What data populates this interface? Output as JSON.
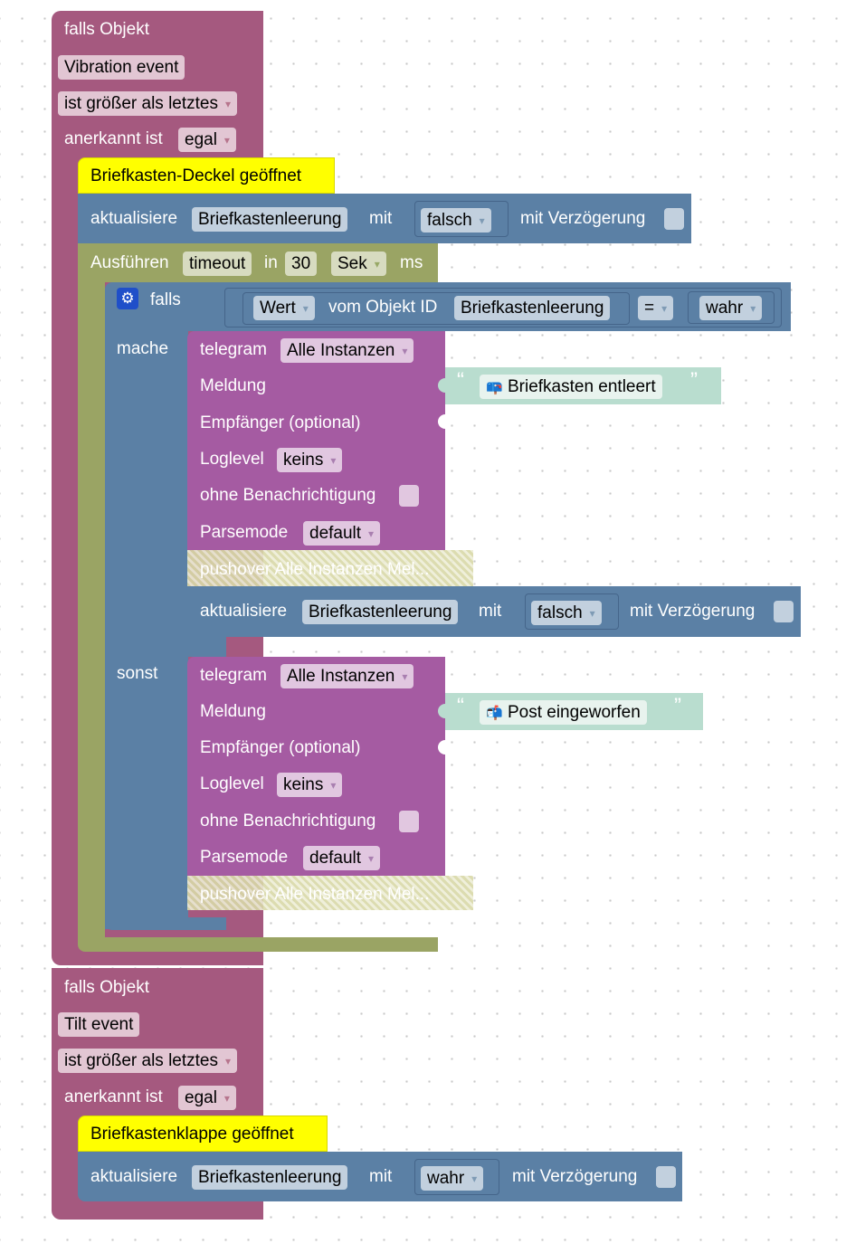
{
  "event1": {
    "head": "falls Objekt",
    "object": "Vibration event",
    "compare": "ist größer als letztes",
    "ack_label": "anerkannt ist",
    "ack_value": "egal",
    "comment": "Briefkasten-Deckel geöffnet",
    "update": {
      "label": "aktualisiere",
      "target": "Briefkastenleerung",
      "with": "mit",
      "value": "falsch",
      "delay": "mit Verzögerung"
    },
    "timeout": {
      "label": "Ausführen",
      "name": "timeout",
      "in": "in",
      "amount": "30",
      "unit": "Sek",
      "ms": "ms"
    },
    "if_block": {
      "label": "falls",
      "condition": {
        "prop": "Wert",
        "of": "vom Objekt ID",
        "object": "Briefkastenleerung",
        "op": "=",
        "value": "wahr"
      },
      "do_label": "mache",
      "else_label": "sonst"
    },
    "telegram_do": {
      "label": "telegram",
      "instances": "Alle Instanzen",
      "message_label": "Meldung",
      "message": "Briefkasten entleert",
      "recipient_label": "Empfänger (optional)",
      "loglevel_label": "Loglevel",
      "loglevel": "keins",
      "silent_label": "ohne Benachrichtigung",
      "parsemode_label": "Parsemode",
      "parsemode": "default"
    },
    "pushover_do": "pushover Alle Instanzen Mel...",
    "update_do": {
      "label": "aktualisiere",
      "target": "Briefkastenleerung",
      "with": "mit",
      "value": "falsch",
      "delay": "mit Verzögerung"
    },
    "telegram_else": {
      "label": "telegram",
      "instances": "Alle Instanzen",
      "message_label": "Meldung",
      "message": "Post eingeworfen",
      "recipient_label": "Empfänger (optional)",
      "loglevel_label": "Loglevel",
      "loglevel": "keins",
      "silent_label": "ohne Benachrichtigung",
      "parsemode_label": "Parsemode",
      "parsemode": "default"
    },
    "pushover_else": "pushover Alle Instanzen Mel..."
  },
  "event2": {
    "head": "falls Objekt",
    "object": "Tilt event",
    "compare": "ist größer als letztes",
    "ack_label": "anerkannt ist",
    "ack_value": "egal",
    "comment": "Briefkastenklappe geöffnet",
    "update": {
      "label": "aktualisiere",
      "target": "Briefkastenleerung",
      "with": "mit",
      "value": "wahr",
      "delay": "mit Verzögerung"
    }
  },
  "icons": {
    "mailbox_empty": "📪",
    "mailbox_full": "📬",
    "quote_open": "“",
    "quote_close": "”"
  },
  "colors": {
    "trigger": "#a5597f",
    "update": "#5b80a5",
    "timeout": "#9aa464",
    "logic": "#5b80a5",
    "telegram": "#a55ba2",
    "text": "#b9ddcf",
    "comment": "#ffff00"
  }
}
